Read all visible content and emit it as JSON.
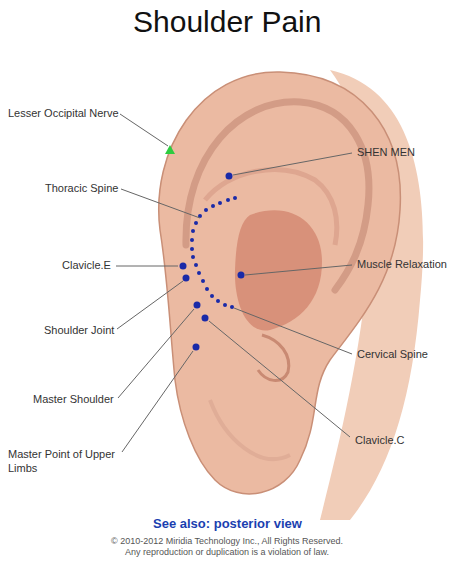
{
  "diagram": {
    "title": "Shoulder Pain",
    "labels": [
      "Lesser Occipital Nerve",
      "Thoracic Spine",
      "Clavicle.E",
      "Shoulder Joint",
      "Master Shoulder",
      "Master Point of Upper Limbs",
      "SHEN MEN",
      "Muscle Relaxation",
      "Cervical Spine",
      "Clavicle.C",
      "See also: posterior view",
      "© 2010-2012 Miridia Technology Inc., All Rights Reserved.",
      "Any reproduction or duplication is a violation of law."
    ]
  }
}
